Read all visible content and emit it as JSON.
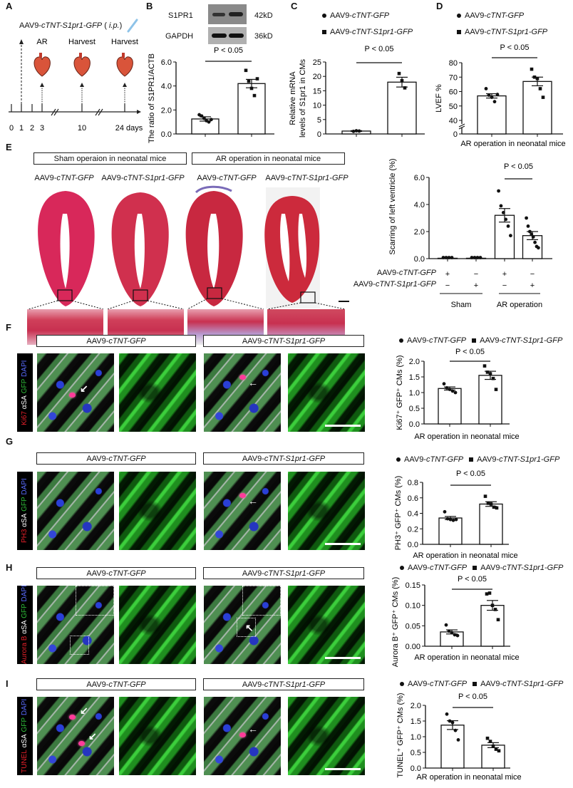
{
  "groups": {
    "gfp": {
      "prefix": "AAV9-",
      "name": "cTNT-GFP"
    },
    "s1pr1": {
      "prefix": "AAV9-",
      "name": "cTNT-S1pr1-GFP"
    }
  },
  "panel_labels": {
    "a": "A",
    "b": "B",
    "c": "C",
    "d": "D",
    "e": "E",
    "f": "F",
    "g": "G",
    "h": "H",
    "i": "I"
  },
  "panel_a": {
    "title_prefix": "AAV9-",
    "title_name": "cTNT-S1pr1-GFP",
    "title_open": " ( ",
    "route": "i.p.",
    "title_close": ")",
    "events": [
      "AR",
      "Harvest",
      "Harvest"
    ],
    "days": [
      "0",
      "1",
      "2",
      "3",
      "10",
      "24 days"
    ],
    "icons": [
      "syringe-icon",
      "heart-icon"
    ]
  },
  "panel_b": {
    "blot": [
      {
        "label": "S1PR1",
        "size": "42kD"
      },
      {
        "label": "GAPDH",
        "size": "36kD"
      }
    ]
  },
  "panel_e": {
    "sham_header": "Sham operaion in neonatal mice",
    "ar_header": "AR operation in neonatal mice"
  },
  "stains": [
    {
      "marker": "Ki67",
      "sa": "αSA",
      "gfp": "GFP",
      "dapi": "DAPI"
    },
    {
      "marker": "PH3",
      "sa": "αSA",
      "gfp": "GFP",
      "dapi": "DAPI"
    },
    {
      "marker": "Aurora B",
      "sa": "αSA",
      "gfp": "GFP",
      "dapi": "DAPI"
    },
    {
      "marker": "TUNEL",
      "sa": "αSA",
      "gfp": "GFP",
      "dapi": "DAPI"
    }
  ],
  "colors": {
    "stain_red": "#e8202a",
    "stain_green": "#2fbf3a",
    "stain_blue": "#5a6cff",
    "gfp_signal": "#2fcf2f",
    "dapi": "#2a3fd6",
    "masson_red": "#c83050"
  },
  "chart_data": [
    {
      "panel": "B",
      "type": "bar",
      "ylabel": "The ratio of S1PR1/ACTB",
      "ylim": [
        0,
        6
      ],
      "yticks": [
        "0.0",
        "2.0",
        "4.0",
        "6.0"
      ],
      "ytick_values": [
        0,
        2,
        4,
        6
      ],
      "annotation": "P < 0.05",
      "compare": [
        0,
        1
      ],
      "xlabel": "",
      "series": [
        {
          "group": "gfp",
          "marker": "circle",
          "mean": 1.25,
          "sem": 0.18,
          "points": [
            1.6,
            1.5,
            1.3,
            1.1,
            1.0,
            1.2
          ]
        },
        {
          "group": "s1pr1",
          "marker": "square",
          "mean": 4.2,
          "sem": 0.35,
          "points": [
            5.3,
            4.4,
            3.8,
            3.2,
            4.6
          ]
        }
      ]
    },
    {
      "panel": "C",
      "type": "bar",
      "ylabel": [
        "Relative mRNA",
        "levels of S1pr1 in CMs"
      ],
      "ylim": [
        0,
        25
      ],
      "yticks": [
        "0",
        "5",
        "10",
        "15",
        "20",
        "25"
      ],
      "ytick_values": [
        0,
        5,
        10,
        15,
        20,
        25
      ],
      "annotation": "P < 0.05",
      "compare": [
        0,
        1
      ],
      "xlabel": "",
      "series": [
        {
          "group": "gfp",
          "marker": "circle",
          "mean": 1.0,
          "sem": 0.15,
          "points": [
            0.9,
            1.1,
            1.0
          ]
        },
        {
          "group": "s1pr1",
          "marker": "square",
          "mean": 18,
          "sem": 1.7,
          "points": [
            21,
            18.5,
            16
          ]
        }
      ]
    },
    {
      "panel": "D",
      "type": "bar",
      "ylabel": "LVEF %",
      "ylim": [
        0,
        80
      ],
      "axis_break": [
        0,
        40
      ],
      "yticks": [
        "0",
        "40",
        "50",
        "60",
        "70",
        "80"
      ],
      "ytick_values": [
        0,
        40,
        50,
        60,
        70,
        80
      ],
      "annotation": "P < 0.05",
      "compare": [
        0,
        1
      ],
      "xlabel": "AR operation in neonatal mice",
      "series": [
        {
          "group": "gfp",
          "marker": "circle",
          "mean": 57,
          "sem": 1.5,
          "points": [
            62,
            57.5,
            56,
            53,
            58
          ]
        },
        {
          "group": "s1pr1",
          "marker": "square",
          "mean": 67,
          "sem": 3,
          "points": [
            75.5,
            70,
            69,
            62,
            56
          ]
        }
      ]
    },
    {
      "panel": "E",
      "type": "bar",
      "ylabel": "Scarring of left ventricle (%)",
      "ylim": [
        0,
        6
      ],
      "yticks": [
        "0.0",
        "2.0",
        "4.0",
        "6.0"
      ],
      "ytick_values": [
        0,
        2,
        4,
        6
      ],
      "annotation": "P < 0.05",
      "compare": [
        2,
        3
      ],
      "xlabel": "",
      "conditions": {
        "gfp": [
          "+",
          "−",
          "+",
          "−"
        ],
        "s1pr1": [
          "−",
          "+",
          "−",
          "+"
        ]
      },
      "group_labels": [
        "Sham",
        "AR operation"
      ],
      "series": [
        {
          "group": "sham-gfp",
          "marker": "circle",
          "mean": 0.03,
          "sem": 0,
          "points": [
            0,
            0,
            0,
            0
          ]
        },
        {
          "group": "sham-s1pr1",
          "marker": "circle",
          "mean": 0.03,
          "sem": 0,
          "points": [
            0,
            0,
            0,
            0
          ]
        },
        {
          "group": "ar-gfp",
          "marker": "circle",
          "mean": 3.2,
          "sem": 0.5,
          "points": [
            5.0,
            3.9,
            3.4,
            2.9,
            2.4,
            1.7
          ]
        },
        {
          "group": "ar-s1pr1",
          "marker": "circle",
          "mean": 1.7,
          "sem": 0.3,
          "points": [
            3.0,
            2.4,
            2.0,
            1.8,
            1.6,
            1.2,
            0.9,
            0.8
          ]
        }
      ]
    },
    {
      "panel": "F",
      "type": "bar",
      "ylabel": "Ki67⁺ GFP⁺ CMs (%)",
      "ylim": [
        0,
        2
      ],
      "yticks": [
        "0.0",
        "0.5",
        "1.0",
        "1.5",
        "2.0"
      ],
      "ytick_values": [
        0,
        0.5,
        1,
        1.5,
        2
      ],
      "annotation": "P < 0.05",
      "compare": [
        0,
        1
      ],
      "xlabel": "AR operation in neonatal mice",
      "series": [
        {
          "group": "gfp",
          "marker": "circle",
          "mean": 1.13,
          "sem": 0.05,
          "points": [
            1.28,
            1.15,
            1.1,
            1.05,
            1.0
          ]
        },
        {
          "group": "s1pr1",
          "marker": "square",
          "mean": 1.55,
          "sem": 0.13,
          "points": [
            1.85,
            1.65,
            1.6,
            1.45,
            1.1
          ]
        }
      ]
    },
    {
      "panel": "G",
      "type": "bar",
      "ylabel": "PH3⁺ GFP⁺ CMs (%)",
      "ylim": [
        0,
        0.8
      ],
      "yticks": [
        "0.0",
        "0.2",
        "0.4",
        "0.6",
        "0.8"
      ],
      "ytick_values": [
        0,
        0.2,
        0.4,
        0.6,
        0.8
      ],
      "annotation": "P < 0.05",
      "compare": [
        0,
        1
      ],
      "xlabel": "AR operation in neonatal mice",
      "series": [
        {
          "group": "gfp",
          "marker": "circle",
          "mean": 0.34,
          "sem": 0.02,
          "points": [
            0.42,
            0.33,
            0.32,
            0.31,
            0.32
          ]
        },
        {
          "group": "s1pr1",
          "marker": "square",
          "mean": 0.52,
          "sem": 0.03,
          "points": [
            0.62,
            0.53,
            0.52,
            0.48,
            0.47
          ]
        }
      ]
    },
    {
      "panel": "H",
      "type": "bar",
      "ylabel": "Aurora B⁺ GFP⁺ CMs (%)",
      "ylim": [
        0,
        0.15
      ],
      "yticks": [
        "0.00",
        "0.05",
        "0.10",
        "0.15"
      ],
      "ytick_values": [
        0,
        0.05,
        0.1,
        0.15
      ],
      "annotation": "P < 0.05",
      "compare": [
        0,
        1
      ],
      "xlabel": "AR operation in neonatal mice",
      "series": [
        {
          "group": "gfp",
          "marker": "circle",
          "mean": 0.035,
          "sem": 0.005,
          "points": [
            0.052,
            0.037,
            0.033,
            0.028,
            0.026
          ]
        },
        {
          "group": "s1pr1",
          "marker": "square",
          "mean": 0.1,
          "sem": 0.012,
          "points": [
            0.128,
            0.13,
            0.1,
            0.09,
            0.065
          ]
        }
      ]
    },
    {
      "panel": "I",
      "type": "bar",
      "ylabel": "TUNEL⁺ GFP⁺ CMs (%)",
      "ylim": [
        0,
        2
      ],
      "yticks": [
        "0.0",
        "0.5",
        "1.0",
        "1.5",
        "2.0"
      ],
      "ytick_values": [
        0,
        0.5,
        1,
        1.5,
        2
      ],
      "annotation": "P < 0.05",
      "compare": [
        0,
        1
      ],
      "xlabel": "AR operation in neonatal mice",
      "series": [
        {
          "group": "gfp",
          "marker": "circle",
          "mean": 1.37,
          "sem": 0.14,
          "points": [
            1.72,
            1.5,
            1.45,
            1.2,
            0.9
          ]
        },
        {
          "group": "s1pr1",
          "marker": "square",
          "mean": 0.73,
          "sem": 0.08,
          "points": [
            0.95,
            0.85,
            0.7,
            0.6,
            0.55
          ]
        }
      ]
    }
  ]
}
